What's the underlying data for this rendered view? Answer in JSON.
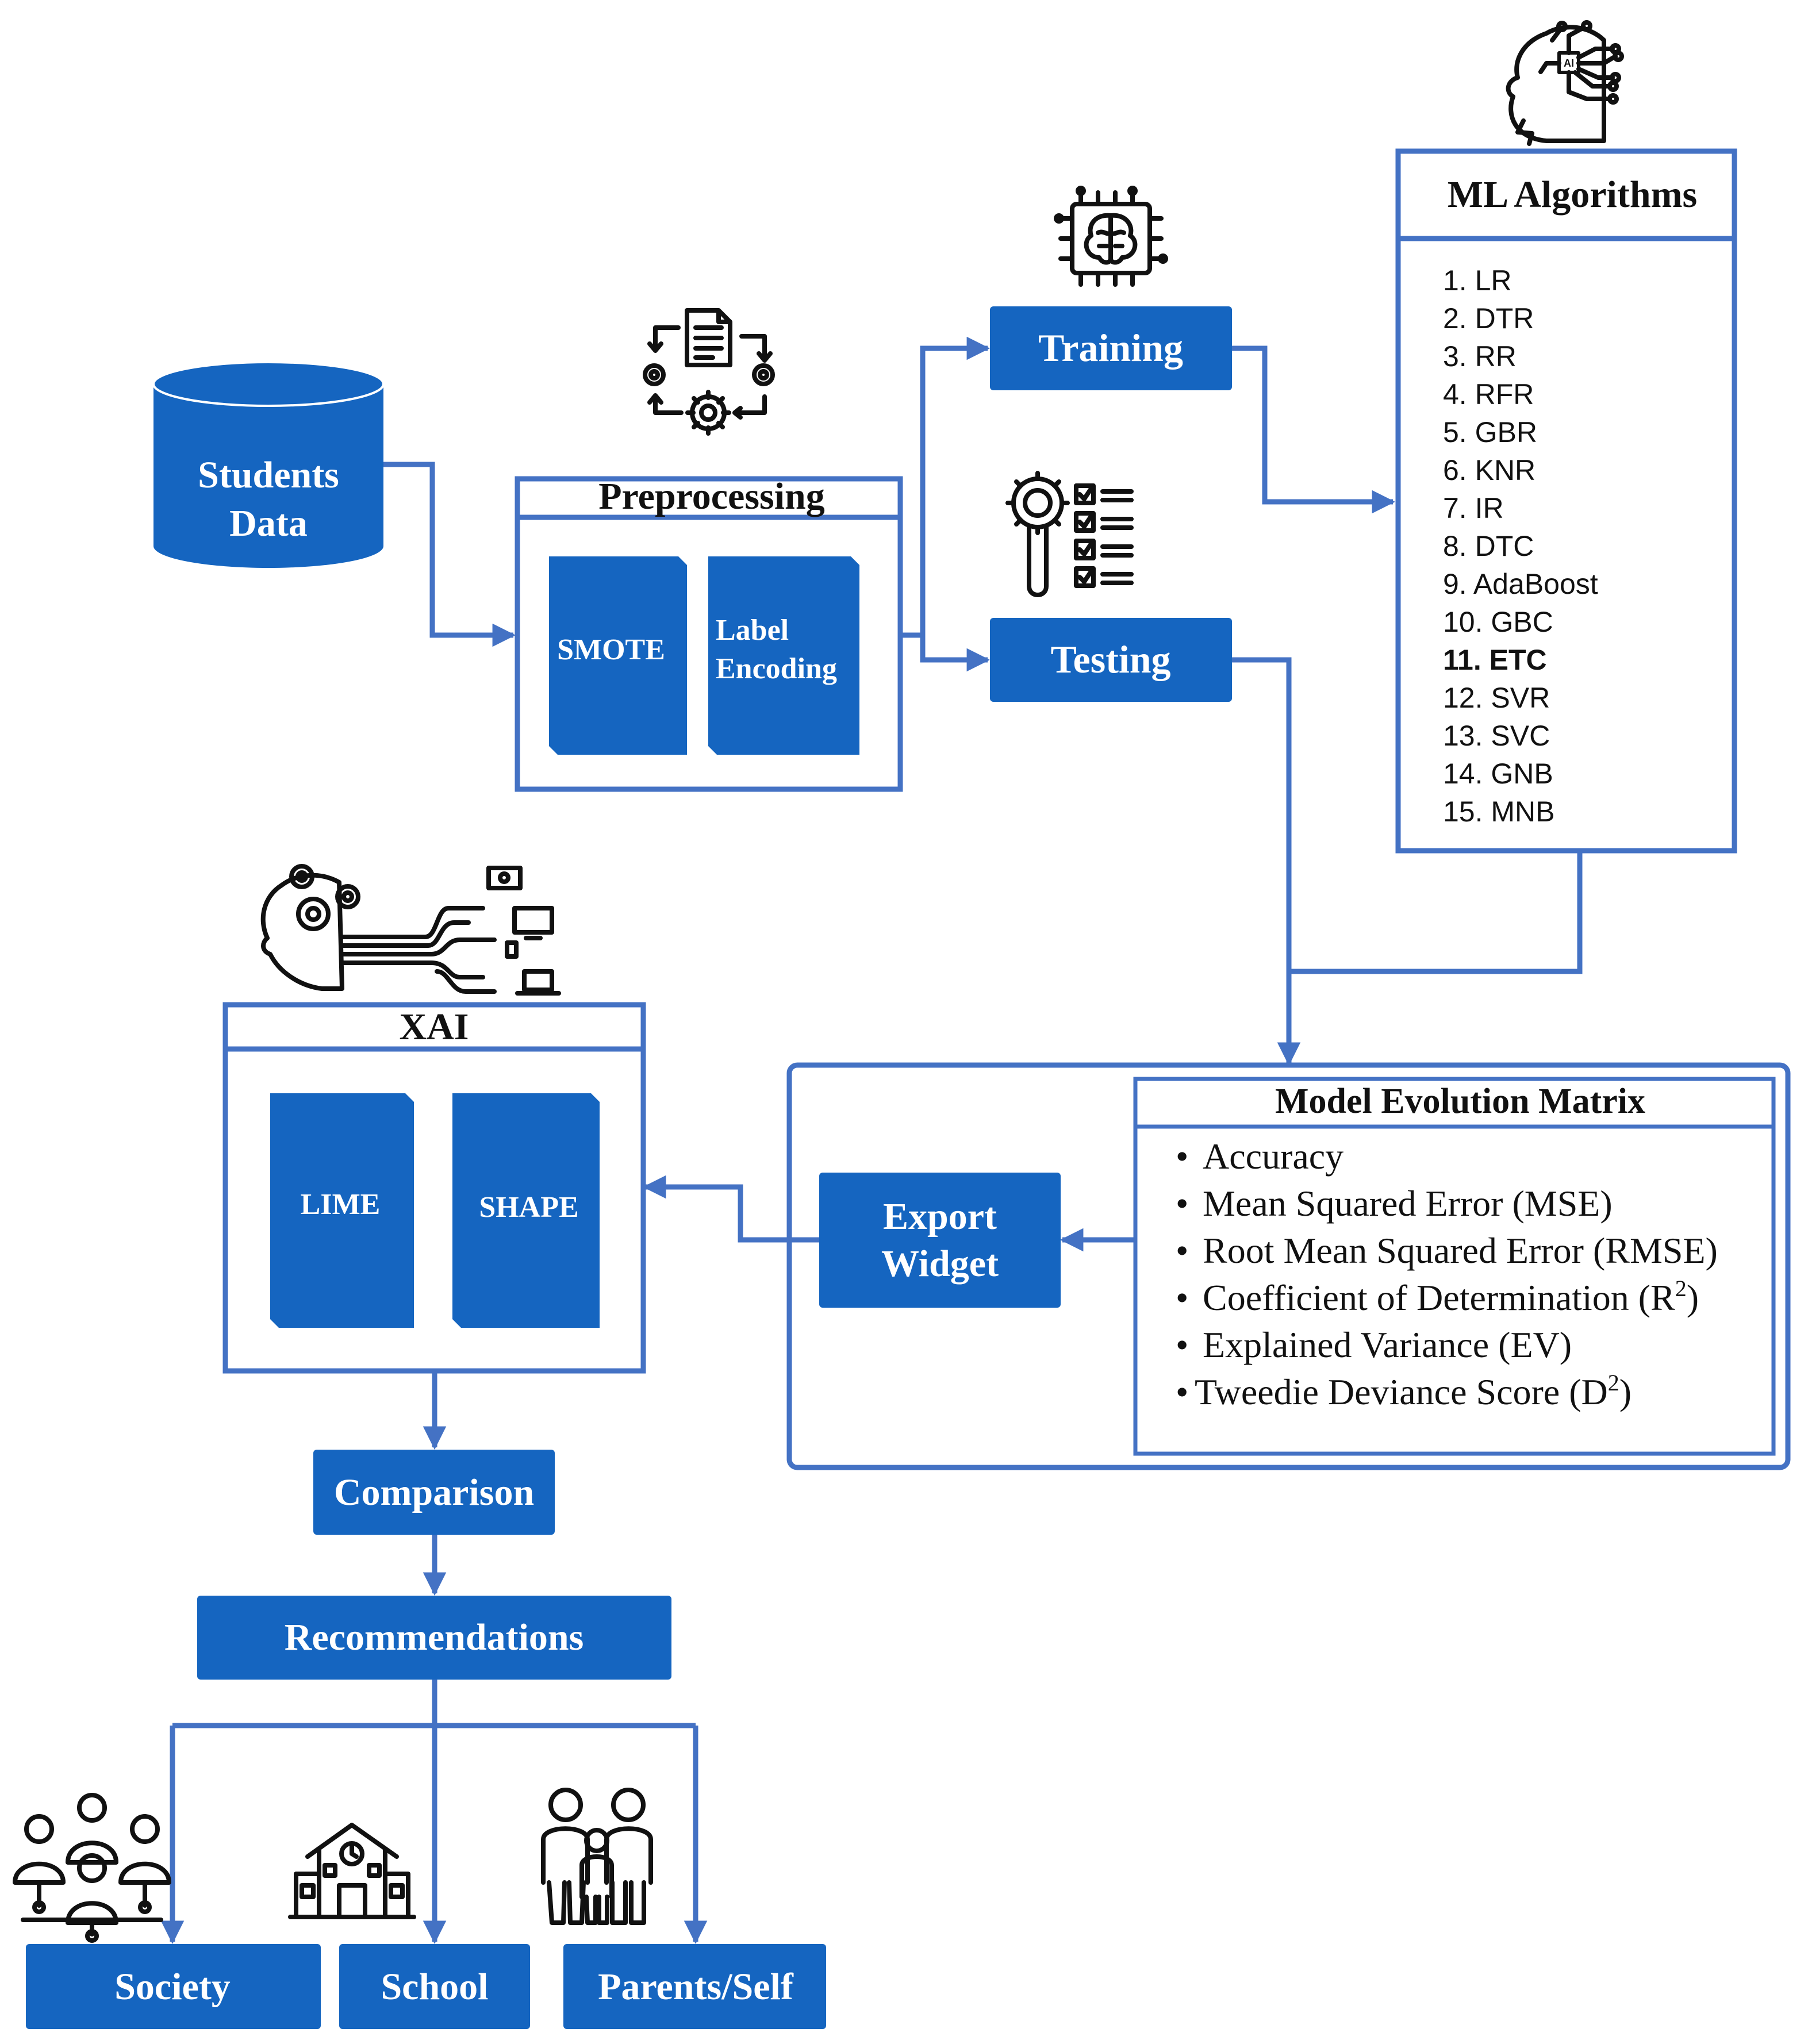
{
  "colors": {
    "primary_blue": "#1565C0",
    "line_blue": "#4472C4",
    "highlight_blue": "#1565C0",
    "text_dark": "#111111"
  },
  "nodes": {
    "students_data": [
      "Students",
      "Data"
    ],
    "preprocessing": {
      "title": "Preprocessing",
      "smote": "SMOTE",
      "label_encoding": [
        "Label",
        "Encoding"
      ]
    },
    "training": "Training",
    "testing": "Testing",
    "ml_algorithms": {
      "title": "ML Algorithms",
      "items": [
        "1. LR",
        "2. DTR",
        "3. RR",
        "4. RFR",
        "5. GBR",
        "6. KNR",
        "7. IR",
        "8. DTC",
        "9. AdaBoost",
        "10. GBC",
        "11. ETC",
        "12. SVR",
        "13. SVC",
        "14. GNB",
        "15. MNB"
      ],
      "highlighted_item": "11. ETC"
    },
    "model_evolution": {
      "title": "Model Evolution Matrix",
      "metrics": [
        {
          "text": "Accuracy",
          "sup": "",
          "tail": ""
        },
        {
          "text": "Mean Squared Error (MSE)",
          "sup": "",
          "tail": ""
        },
        {
          "text": "Root Mean Squared Error (RMSE)",
          "sup": "",
          "tail": ""
        },
        {
          "text": "Coefficient of Determination (R",
          "sup": "2",
          "tail": ")"
        },
        {
          "text": "Explained Variance (EV)",
          "sup": "",
          "tail": ""
        },
        {
          "text": "Tweedie Deviance Score (D",
          "sup": "2",
          "tail": ")"
        }
      ],
      "bullet": "•"
    },
    "export_widget": [
      "Export",
      "Widget"
    ],
    "xai": {
      "title": "XAI",
      "lime": "LIME",
      "shape": "SHAPE"
    },
    "comparison": "Comparison",
    "recommendations": "Recommendations",
    "outputs": [
      "Society",
      "School",
      "Parents/Self"
    ]
  },
  "icons": [
    "ai-head-circuit-icon",
    "brain-chip-icon",
    "document-gears-cycle-icon",
    "gear-magnifier-checklist-icon",
    "head-gears-devices-icon",
    "people-network-icon",
    "school-building-icon",
    "family-icon"
  ]
}
